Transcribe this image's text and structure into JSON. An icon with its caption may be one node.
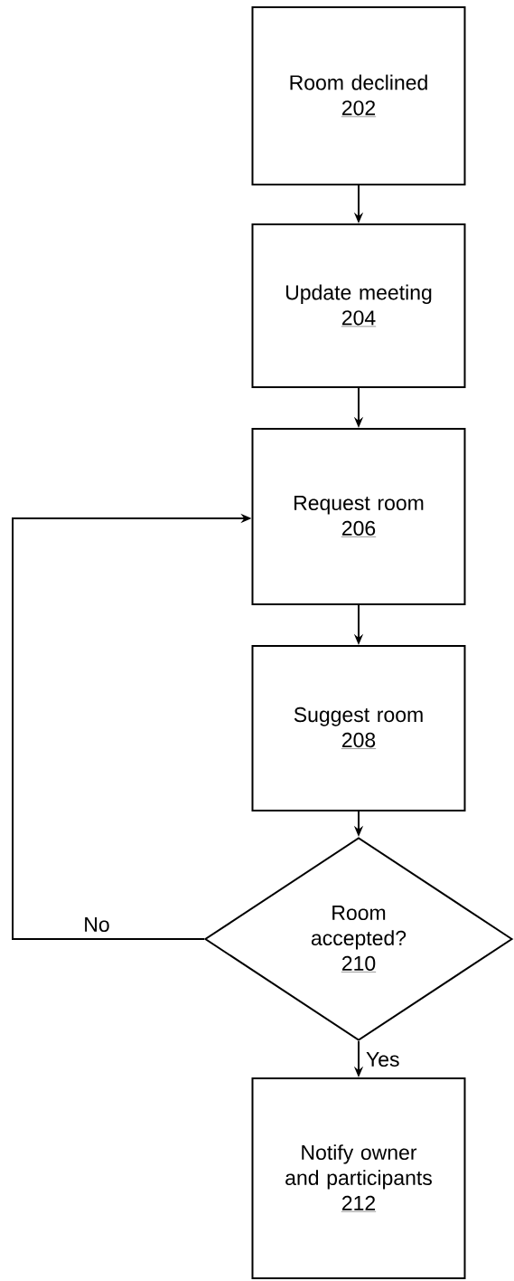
{
  "diagram": {
    "nodes": [
      {
        "text": [
          "Room declined",
          "202"
        ]
      },
      {
        "text": [
          "Update meeting",
          "204"
        ]
      },
      {
        "text": [
          "Request room",
          "206"
        ]
      },
      {
        "text": [
          "Suggest room",
          "208"
        ]
      },
      {
        "text": [
          "Room accepted?",
          "210"
        ]
      },
      {
        "text": [
          "Notify owner and participants",
          "212"
        ]
      }
    ],
    "edges": [
      {
        "from": 0,
        "to": 1,
        "arrow": "to"
      },
      {
        "from": 1,
        "to": 2,
        "arrow": "to"
      },
      {
        "from": 2,
        "to": 3,
        "arrow": "to"
      },
      {
        "from": 3,
        "to": 4,
        "arrow": "to"
      },
      {
        "from": 4,
        "to": 2,
        "arrow": "to",
        "label": "No"
      },
      {
        "from": 4,
        "to": 5,
        "arrow": "to",
        "label": "Yes"
      }
    ]
  }
}
